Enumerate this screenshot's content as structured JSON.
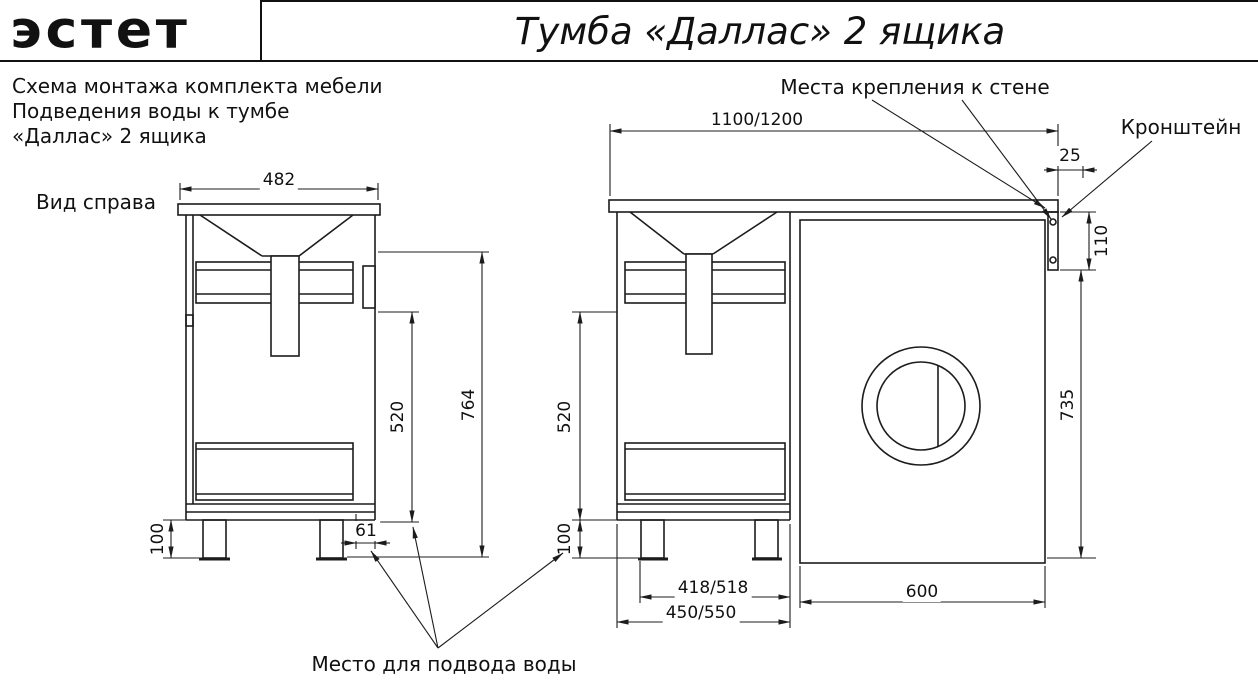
{
  "header": {
    "logo": "эстет",
    "title": "Тумба «Даллас» 2 ящика"
  },
  "info": {
    "line1": "Схема монтажа комплекта мебели",
    "line2": "Подведения воды к тумбе",
    "line3": "«Даллас» 2 ящика"
  },
  "view_label": "Вид справа",
  "callouts": {
    "wall_mount": "Места крепления к стене",
    "bracket": "Кронштейн",
    "water_supply": "Место для подвода воды"
  },
  "dimensions": {
    "side_top_width": "482",
    "side_total_height": "764",
    "side_mid_height": "520",
    "side_leg_height": "100",
    "side_water_offset": "61",
    "front_total_width": "1100/1200",
    "bracket_offset": "25",
    "bracket_height": "110",
    "right_height": "735",
    "front_mid_height": "520",
    "front_leg_height": "100",
    "front_inner_width": "418/518",
    "front_cabinet_width": "450/550",
    "machine_width": "600"
  },
  "colors": {
    "line": "#1c1c1c",
    "background": "#ffffff"
  }
}
